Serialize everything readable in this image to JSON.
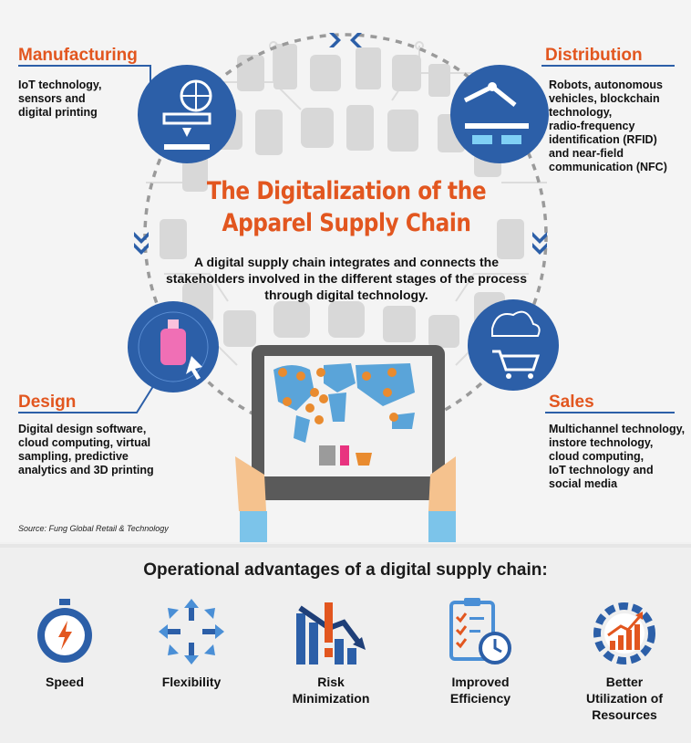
{
  "title": "The Digitalization of the Apparel Supply Chain",
  "title_line1": "The Digitalization of the",
  "title_line2": "Apparel Supply Chain",
  "subtitle": "A digital supply chain integrates and connects the stakeholders involved in the different stages of the process through digital technology.",
  "stages": {
    "manufacturing": {
      "title": "Manufacturing",
      "text": [
        "IoT technology,",
        "sensors and",
        "digital printing"
      ]
    },
    "distribution": {
      "title": "Distribution",
      "text": [
        "Robots, autonomous",
        "vehicles, blockchain",
        "technology,",
        "radio-frequency",
        "identification (RFID)",
        "and near-field",
        "communication (NFC)"
      ]
    },
    "design": {
      "title": "Design",
      "text": [
        "Digital design software,",
        "cloud computing, virtual",
        "sampling, predictive",
        "analytics and 3D printing"
      ]
    },
    "sales": {
      "title": "Sales",
      "text": [
        "Multichannel technology,",
        "instore technology,",
        "cloud computing,",
        "IoT technology and",
        "social media"
      ]
    }
  },
  "source": "Source: Fung Global Retail & Technology",
  "advantages": {
    "heading": "Operational advantages of a digital supply chain:",
    "items": [
      {
        "label": [
          "Speed"
        ],
        "icon": "stopwatch-icon"
      },
      {
        "label": [
          "Flexibility"
        ],
        "icon": "arrows-out-icon"
      },
      {
        "label": [
          "Risk",
          "Minimization"
        ],
        "icon": "risk-chart-icon"
      },
      {
        "label": [
          "Improved",
          "Efficiency"
        ],
        "icon": "clipboard-clock-icon"
      },
      {
        "label": [
          "Better",
          "Utilization of",
          "Resources"
        ],
        "icon": "gear-chart-icon"
      }
    ]
  },
  "colors": {
    "orange": "#e2561f",
    "blue": "#2c5fa8",
    "lightblue": "#4a8fd6"
  }
}
